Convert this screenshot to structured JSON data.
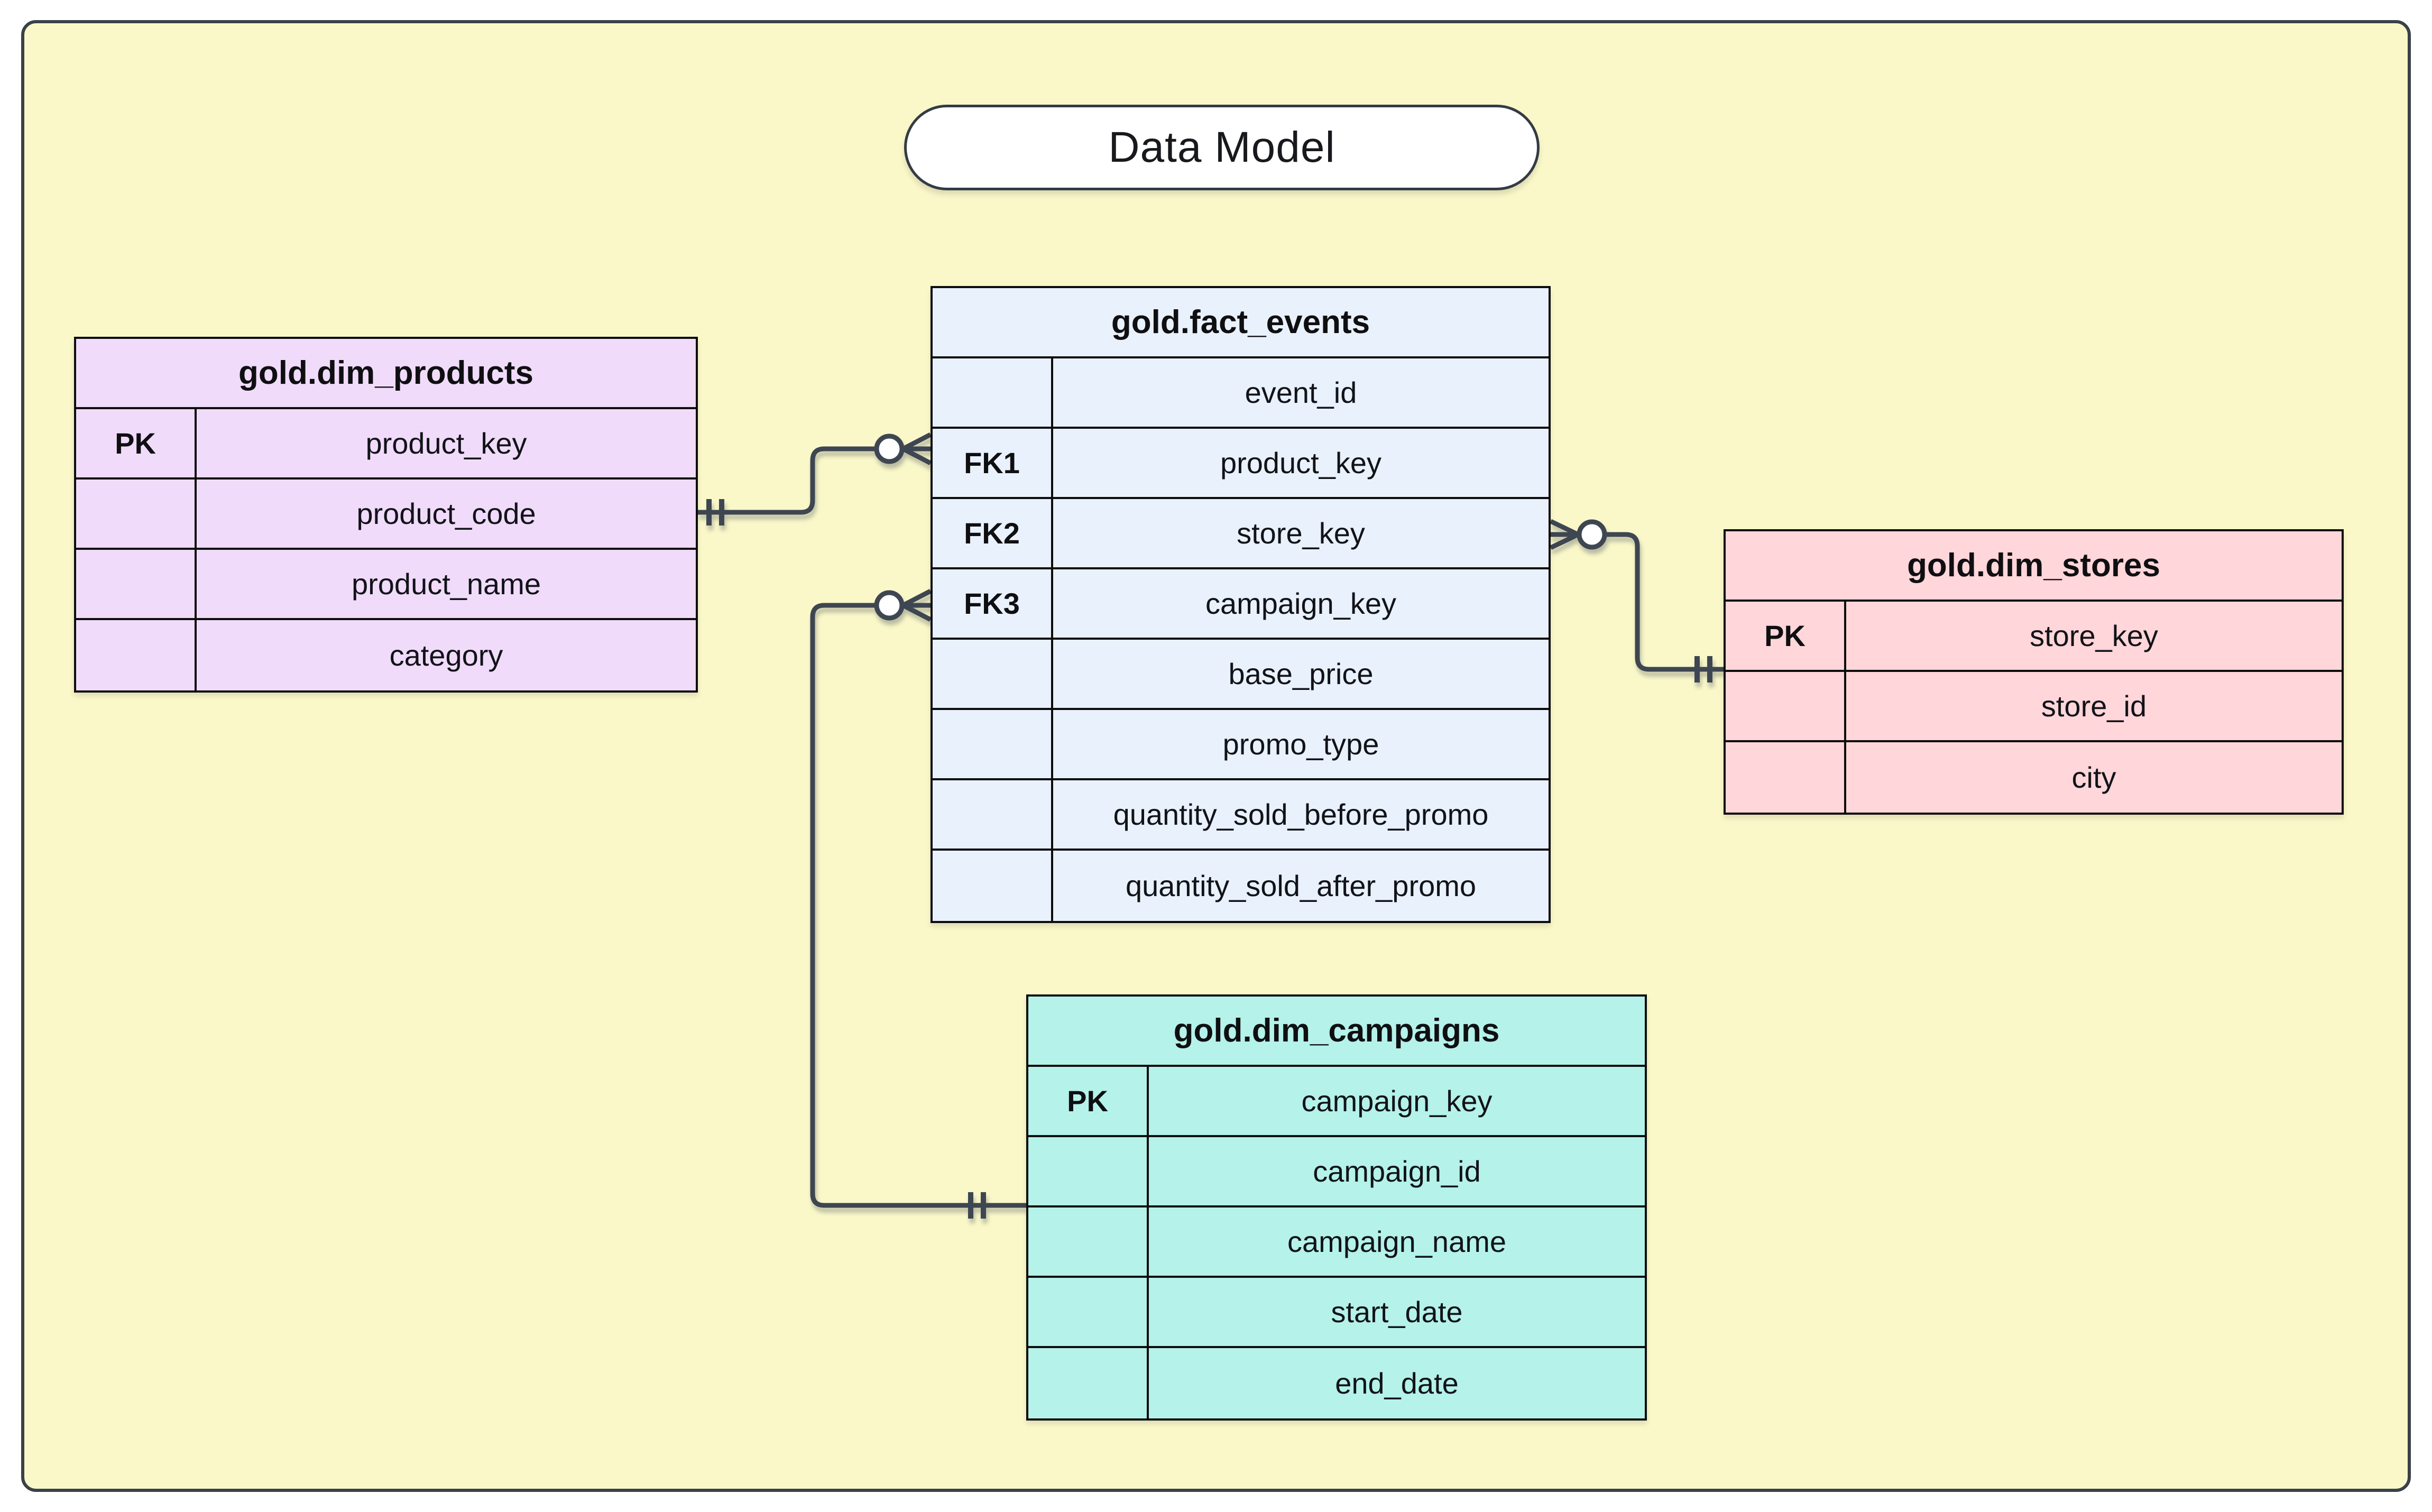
{
  "title": "Data Model",
  "colors": {
    "canvas_background": "#faf8c9",
    "frame_border": "#3a4148",
    "connector": "#3e4651",
    "table_border": "#0d0d0d",
    "title_pill_fill": "#ffffff",
    "products_fill": "#f1dbfa",
    "fact_fill": "#e9f1fc",
    "stores_fill": "#ffd6da",
    "campaigns_fill": "#b4f2ea"
  },
  "tables": [
    {
      "id": "dim_products",
      "name": "gold.dim_products",
      "fill_key": "products_fill",
      "rows": [
        {
          "key": "PK",
          "field": "product_key"
        },
        {
          "key": "",
          "field": "product_code"
        },
        {
          "key": "",
          "field": "product_name"
        },
        {
          "key": "",
          "field": "category"
        }
      ]
    },
    {
      "id": "fact_events",
      "name": "gold.fact_events",
      "fill_key": "fact_fill",
      "rows": [
        {
          "key": "",
          "field": "event_id"
        },
        {
          "key": "FK1",
          "field": "product_key"
        },
        {
          "key": "FK2",
          "field": "store_key"
        },
        {
          "key": "FK3",
          "field": "campaign_key"
        },
        {
          "key": "",
          "field": "base_price"
        },
        {
          "key": "",
          "field": "promo_type"
        },
        {
          "key": "",
          "field": "quantity_sold_before_promo"
        },
        {
          "key": "",
          "field": "quantity_sold_after_promo"
        }
      ]
    },
    {
      "id": "dim_stores",
      "name": "gold.dim_stores",
      "fill_key": "stores_fill",
      "rows": [
        {
          "key": "PK",
          "field": "store_key"
        },
        {
          "key": "",
          "field": "store_id"
        },
        {
          "key": "",
          "field": "city"
        }
      ]
    },
    {
      "id": "dim_campaigns",
      "name": "gold.dim_campaigns",
      "fill_key": "campaigns_fill",
      "rows": [
        {
          "key": "PK",
          "field": "campaign_key"
        },
        {
          "key": "",
          "field": "campaign_id"
        },
        {
          "key": "",
          "field": "campaign_name"
        },
        {
          "key": "",
          "field": "start_date"
        },
        {
          "key": "",
          "field": "end_date"
        }
      ]
    }
  ],
  "relationships": [
    {
      "from_table": "gold.dim_products",
      "to_table": "gold.fact_events",
      "via_field": "product_key",
      "from_cardinality": "one-and-only-one",
      "to_cardinality": "zero-or-many"
    },
    {
      "from_table": "gold.dim_stores",
      "to_table": "gold.fact_events",
      "via_field": "store_key",
      "from_cardinality": "one-and-only-one",
      "to_cardinality": "zero-or-many"
    },
    {
      "from_table": "gold.dim_campaigns",
      "to_table": "gold.fact_events",
      "via_field": "campaign_key",
      "from_cardinality": "one-and-only-one",
      "to_cardinality": "zero-or-many"
    }
  ]
}
